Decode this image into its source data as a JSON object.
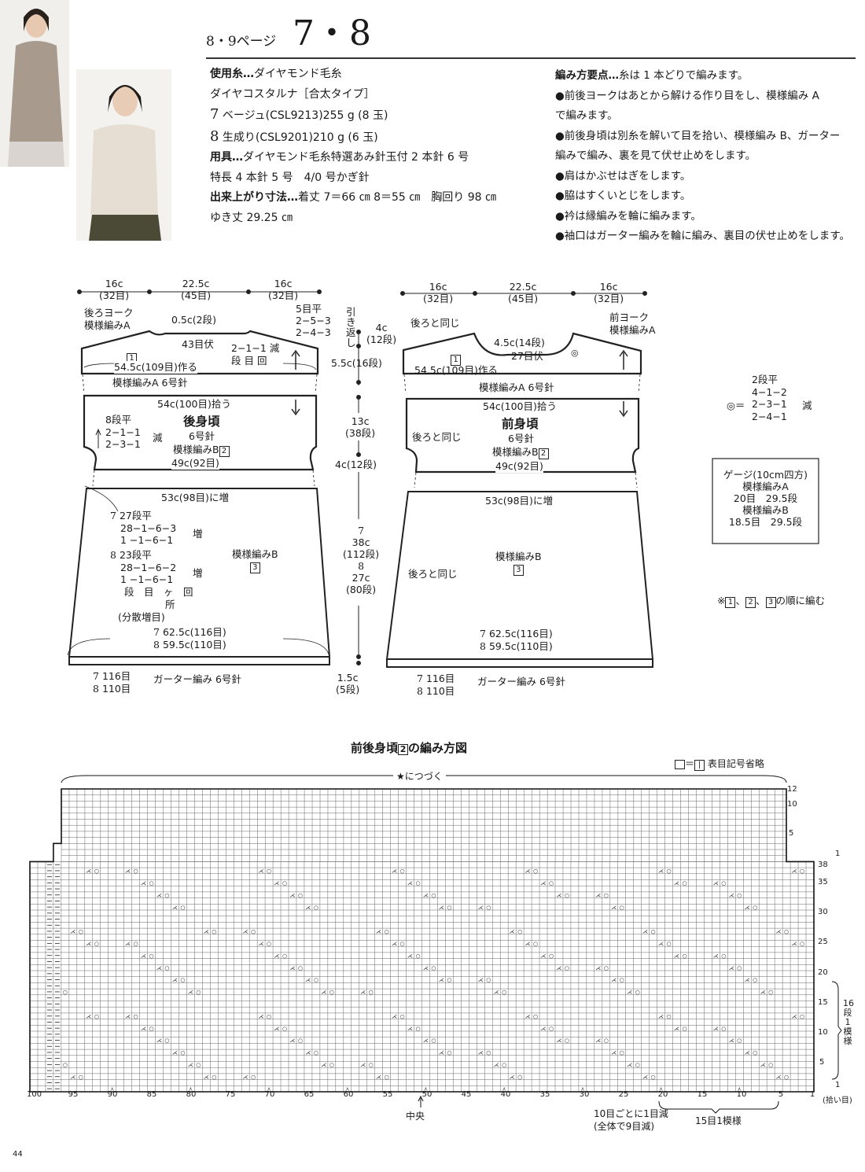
{
  "header": {
    "page_ref": "8・9ページ",
    "pattern_numbers": "7・8"
  },
  "materials": {
    "yarn_label": "使用糸…",
    "yarn_brand": "ダイヤモンド毛糸",
    "yarn_name": "ダイヤコスタルナ［合太タイプ］",
    "color7_num": "7",
    "color7": "ベージュ(CSL9213)255 g (8 玉)",
    "color8_num": "8",
    "color8": "生成り(CSL9201)210 g (6 玉)",
    "tools_label": "用具…",
    "tools_1": "ダイヤモンド毛糸特選あみ針玉付 2 本針 6 号",
    "tools_2": "特長 4 本針 5 号　4/0 号かぎ針",
    "size_label": "出来上がり寸法…",
    "size_1": "着丈 7＝66 ㎝ 8＝55 ㎝　胸回り 98 ㎝",
    "size_2": "ゆき丈 29.25 ㎝"
  },
  "instructions": {
    "label": "編み方要点…",
    "intro": "糸は 1 本どりで編みます。",
    "steps": [
      "●前後ヨークはあとから解ける作り目をし、模様編み A",
      "で編みます。",
      "●前後身頃は別糸を解いて目を拾い、模様編み B、ガーター",
      "編みで編み、裏を見て伏せ止めをします。",
      "●肩はかぶせはぎをします。",
      "●脇はすくいとじをします。",
      "●衿は縁編みを輪に編みます。",
      "●袖口はガーター編みを輪に編み、裏目の伏せ止めをします。"
    ]
  },
  "back": {
    "w_side1": "16c",
    "w_side1_sts": "(32目)",
    "w_neck": "22.5c",
    "w_neck_sts": "(45目)",
    "w_side2": "16c",
    "w_side2_sts": "(32目)",
    "yoke_label_1": "後ろヨーク",
    "yoke_label_2": "模様編みA",
    "neck_depth": "0.5c(2段)",
    "bind_off": "43目伏",
    "short_rows_1": "5目平",
    "short_rows_2": "2−5−3",
    "short_rows_3": "2−4−3",
    "short_rows_side": "引き返し",
    "dec_rule": "2−1−1 減",
    "dec_rule_legend": "段 目 回",
    "box1": "1",
    "cast_on": "54.5c(109目)作る",
    "yoke_needle": "模様編みA 6号針",
    "pickup": "54c(100目)拾う",
    "title": "後身頃",
    "armhole_1": "8段平",
    "armhole_2": "2−1−1",
    "armhole_3": "2−3−1",
    "armhole_dec": "減",
    "needle": "6号針",
    "stitch_b": "模様編みB",
    "box2": "2",
    "body_width": "49c(92目)",
    "inc_to": "53c(98目)に増",
    "inc7_num": "7",
    "inc7_1": "27段平",
    "inc7_2": "28−1−6−3",
    "inc7_3": "1 −1−6−1",
    "inc7_label": "増",
    "inc8_num": "8",
    "inc8_1": "23段平",
    "inc8_2": "28−1−6−2",
    "inc8_3": "1 −1−6−1",
    "inc8_label": "増",
    "inc_legend": "段　目　ヶ　回",
    "inc_legend_2": "所",
    "inc_note": "(分散増目)",
    "skirt_stitch": "模様編みB",
    "box3": "3",
    "hem7_num": "7",
    "hem7": "62.5c(116目)",
    "hem8_num": "8",
    "hem8": "59.5c(110目)",
    "garter7_num": "7",
    "garter7": "116目",
    "garter8_num": "8",
    "garter8": "110目",
    "garter": "ガーター編み 6号針"
  },
  "measures": {
    "shoulder": "4c",
    "shoulder_rows": "(12段)",
    "yoke": "5.5c(16段)",
    "body": "13c",
    "body_rows": "(38段)",
    "armhole": "4c(12段)",
    "skirt7_num": "7",
    "skirt7": "38c",
    "skirt7_rows": "(112段)",
    "skirt8_num": "8",
    "skirt8": "27c",
    "skirt8_rows": "(80段)",
    "hem": "1.5c",
    "hem_rows": "(5段)"
  },
  "front": {
    "w_side1": "16c",
    "w_side1_sts": "(32目)",
    "w_neck": "22.5c",
    "w_neck_sts": "(45目)",
    "w_side2": "16c",
    "w_side2_sts": "(32目)",
    "same_as_back": "後ろと同じ",
    "yoke_label_1": "前ヨーク",
    "yoke_label_2": "模様編みA",
    "neck_depth": "4.5c(14段)",
    "bind_off": "27目伏",
    "mark": "◎",
    "box1": "1",
    "cast_on": "54.5c(109目)作る",
    "yoke_needle": "模様編みA 6号針",
    "pickup": "54c(100目)拾う",
    "title": "前身頃",
    "armhole_same": "後ろと同じ",
    "needle": "6号針",
    "stitch_b": "模様編みB",
    "box2": "2",
    "body_width": "49c(92目)",
    "inc_to": "53c(98目)に増",
    "skirt_same": "後ろと同じ",
    "skirt_stitch": "模様編みB",
    "box3": "3",
    "hem7_num": "7",
    "hem7": "62.5c(116目)",
    "hem8_num": "8",
    "hem8": "59.5c(110目)",
    "garter7_num": "7",
    "garter7": "116目",
    "garter8_num": "8",
    "garter8": "110目",
    "garter": "ガーター編み 6号針"
  },
  "neck_dec": {
    "mark": "◎＝",
    "row_1": "2段平",
    "row_2": "4−1−2",
    "row_3": "2−3−1",
    "row_4": "2−4−1",
    "label": "減"
  },
  "gauge": {
    "title": "ゲージ(10cm四方)",
    "a_label": "模様編みA",
    "a_value": "20目　29.5段",
    "b_label": "模様編みB",
    "b_value": "18.5目　29.5段"
  },
  "order_note": {
    "prefix": "※",
    "b1": "1",
    "sep1": "、",
    "b2": "2",
    "sep2": "、",
    "b3": "3",
    "suffix": "の順に編む"
  },
  "chart": {
    "title_1": "前後身頃",
    "title_box": "2",
    "title_2": "の編み方図",
    "legend_eq": "＝",
    "legend_box": "|",
    "legend_text": "表目記号省略",
    "continue": "★につづく",
    "upper_rows": [
      "12",
      "10",
      "5",
      "1"
    ],
    "main_rows": [
      "38",
      "35",
      "30",
      "25",
      "20",
      "15",
      "10",
      "5",
      "1"
    ],
    "columns": [
      "100",
      "95",
      "90",
      "85",
      "80",
      "75",
      "70",
      "65",
      "60",
      "55",
      "50",
      "45",
      "40",
      "35",
      "30",
      "25",
      "20",
      "15",
      "10",
      "5",
      "1"
    ],
    "pickup_label": "(拾い目)",
    "repeat_rows": "16段1模様",
    "center": "中央",
    "dec_note_1": "10目ごとに1目減",
    "dec_note_2": "(全体で9目減)",
    "repeat_sts": "15目1模様"
  },
  "footer": {
    "page_number": "44"
  }
}
